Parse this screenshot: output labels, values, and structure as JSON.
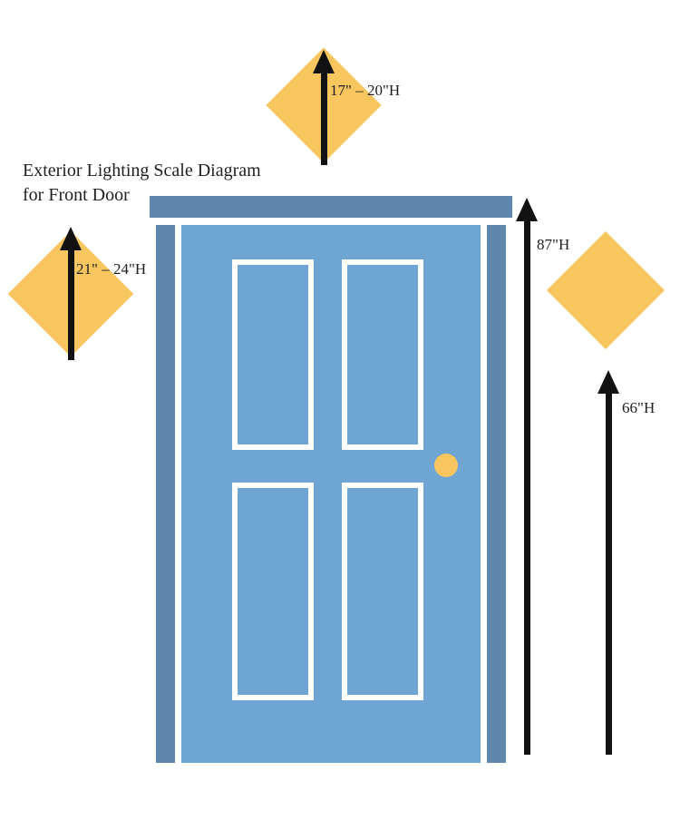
{
  "title": {
    "line1": "Exterior Lighting Scale Diagram",
    "line2": "for Front Door"
  },
  "fixtures": {
    "top": {
      "height_label": "17\" – 20\"H"
    },
    "left": {
      "height_label": "21\" – 24\"H"
    }
  },
  "measurements": {
    "door_height": "87\"H",
    "fixture_mount_height": "66\"H"
  },
  "colors": {
    "fixture": "#F8C65F",
    "door": "#6FA5D2",
    "door_frame": "#5F86AC",
    "arrow": "#121212",
    "panel_outline": "#FFFFFF",
    "background": "#FFFFFF",
    "text": "#1F1F1F"
  }
}
